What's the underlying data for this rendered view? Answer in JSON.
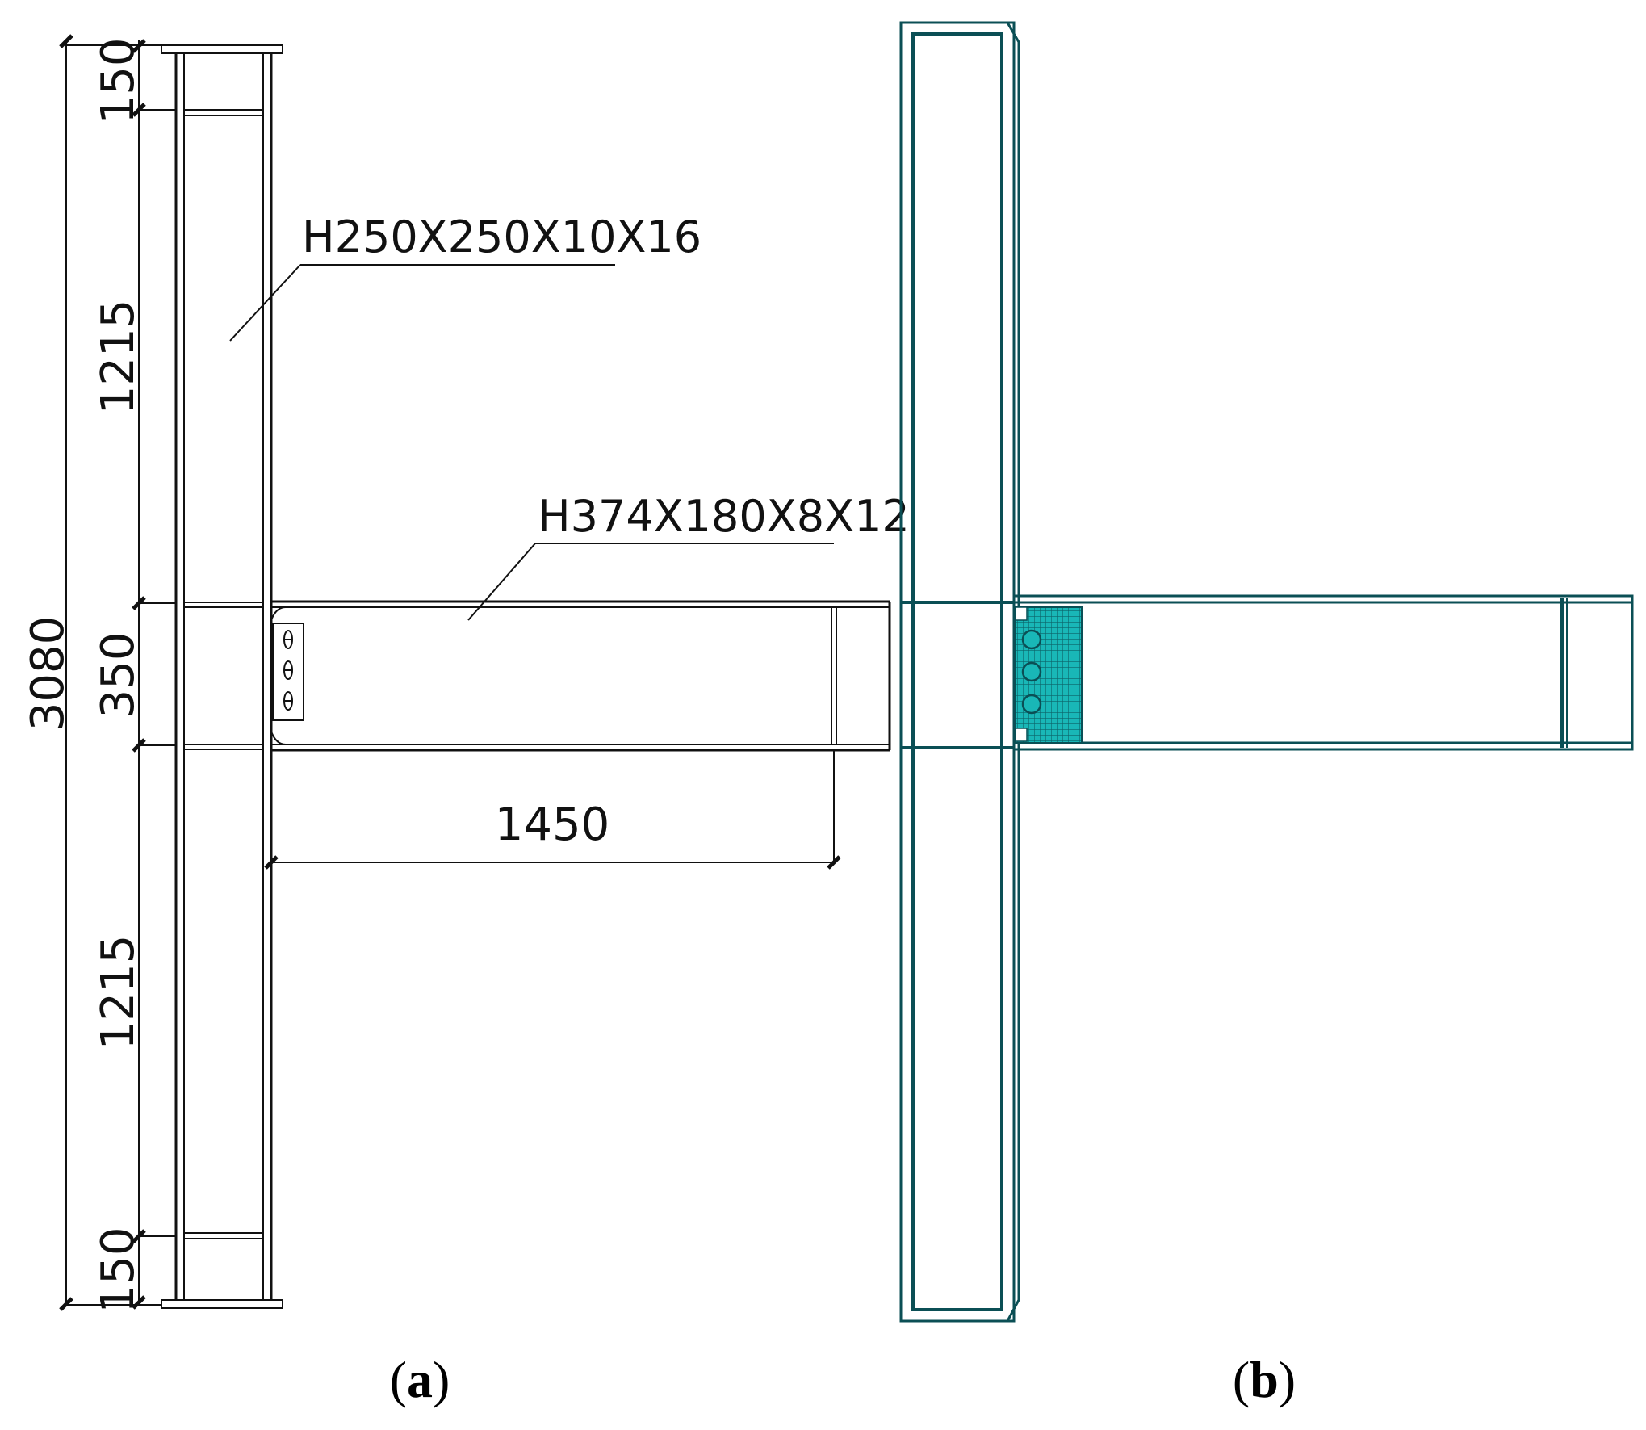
{
  "panel_a": {
    "column_section": "H250X250X10X16",
    "beam_section": "H374X180X8X12",
    "dims": {
      "total_height": "3080",
      "top_end": "150",
      "upper_segment": "1215",
      "beam_zone": "350",
      "lower_segment": "1215",
      "bottom_end": "150",
      "beam_length": "1450"
    },
    "caption": "a"
  },
  "panel_b": {
    "caption": "b",
    "mesh_color": "#19b7b7",
    "mesh_line_color": "#0b4f55"
  }
}
